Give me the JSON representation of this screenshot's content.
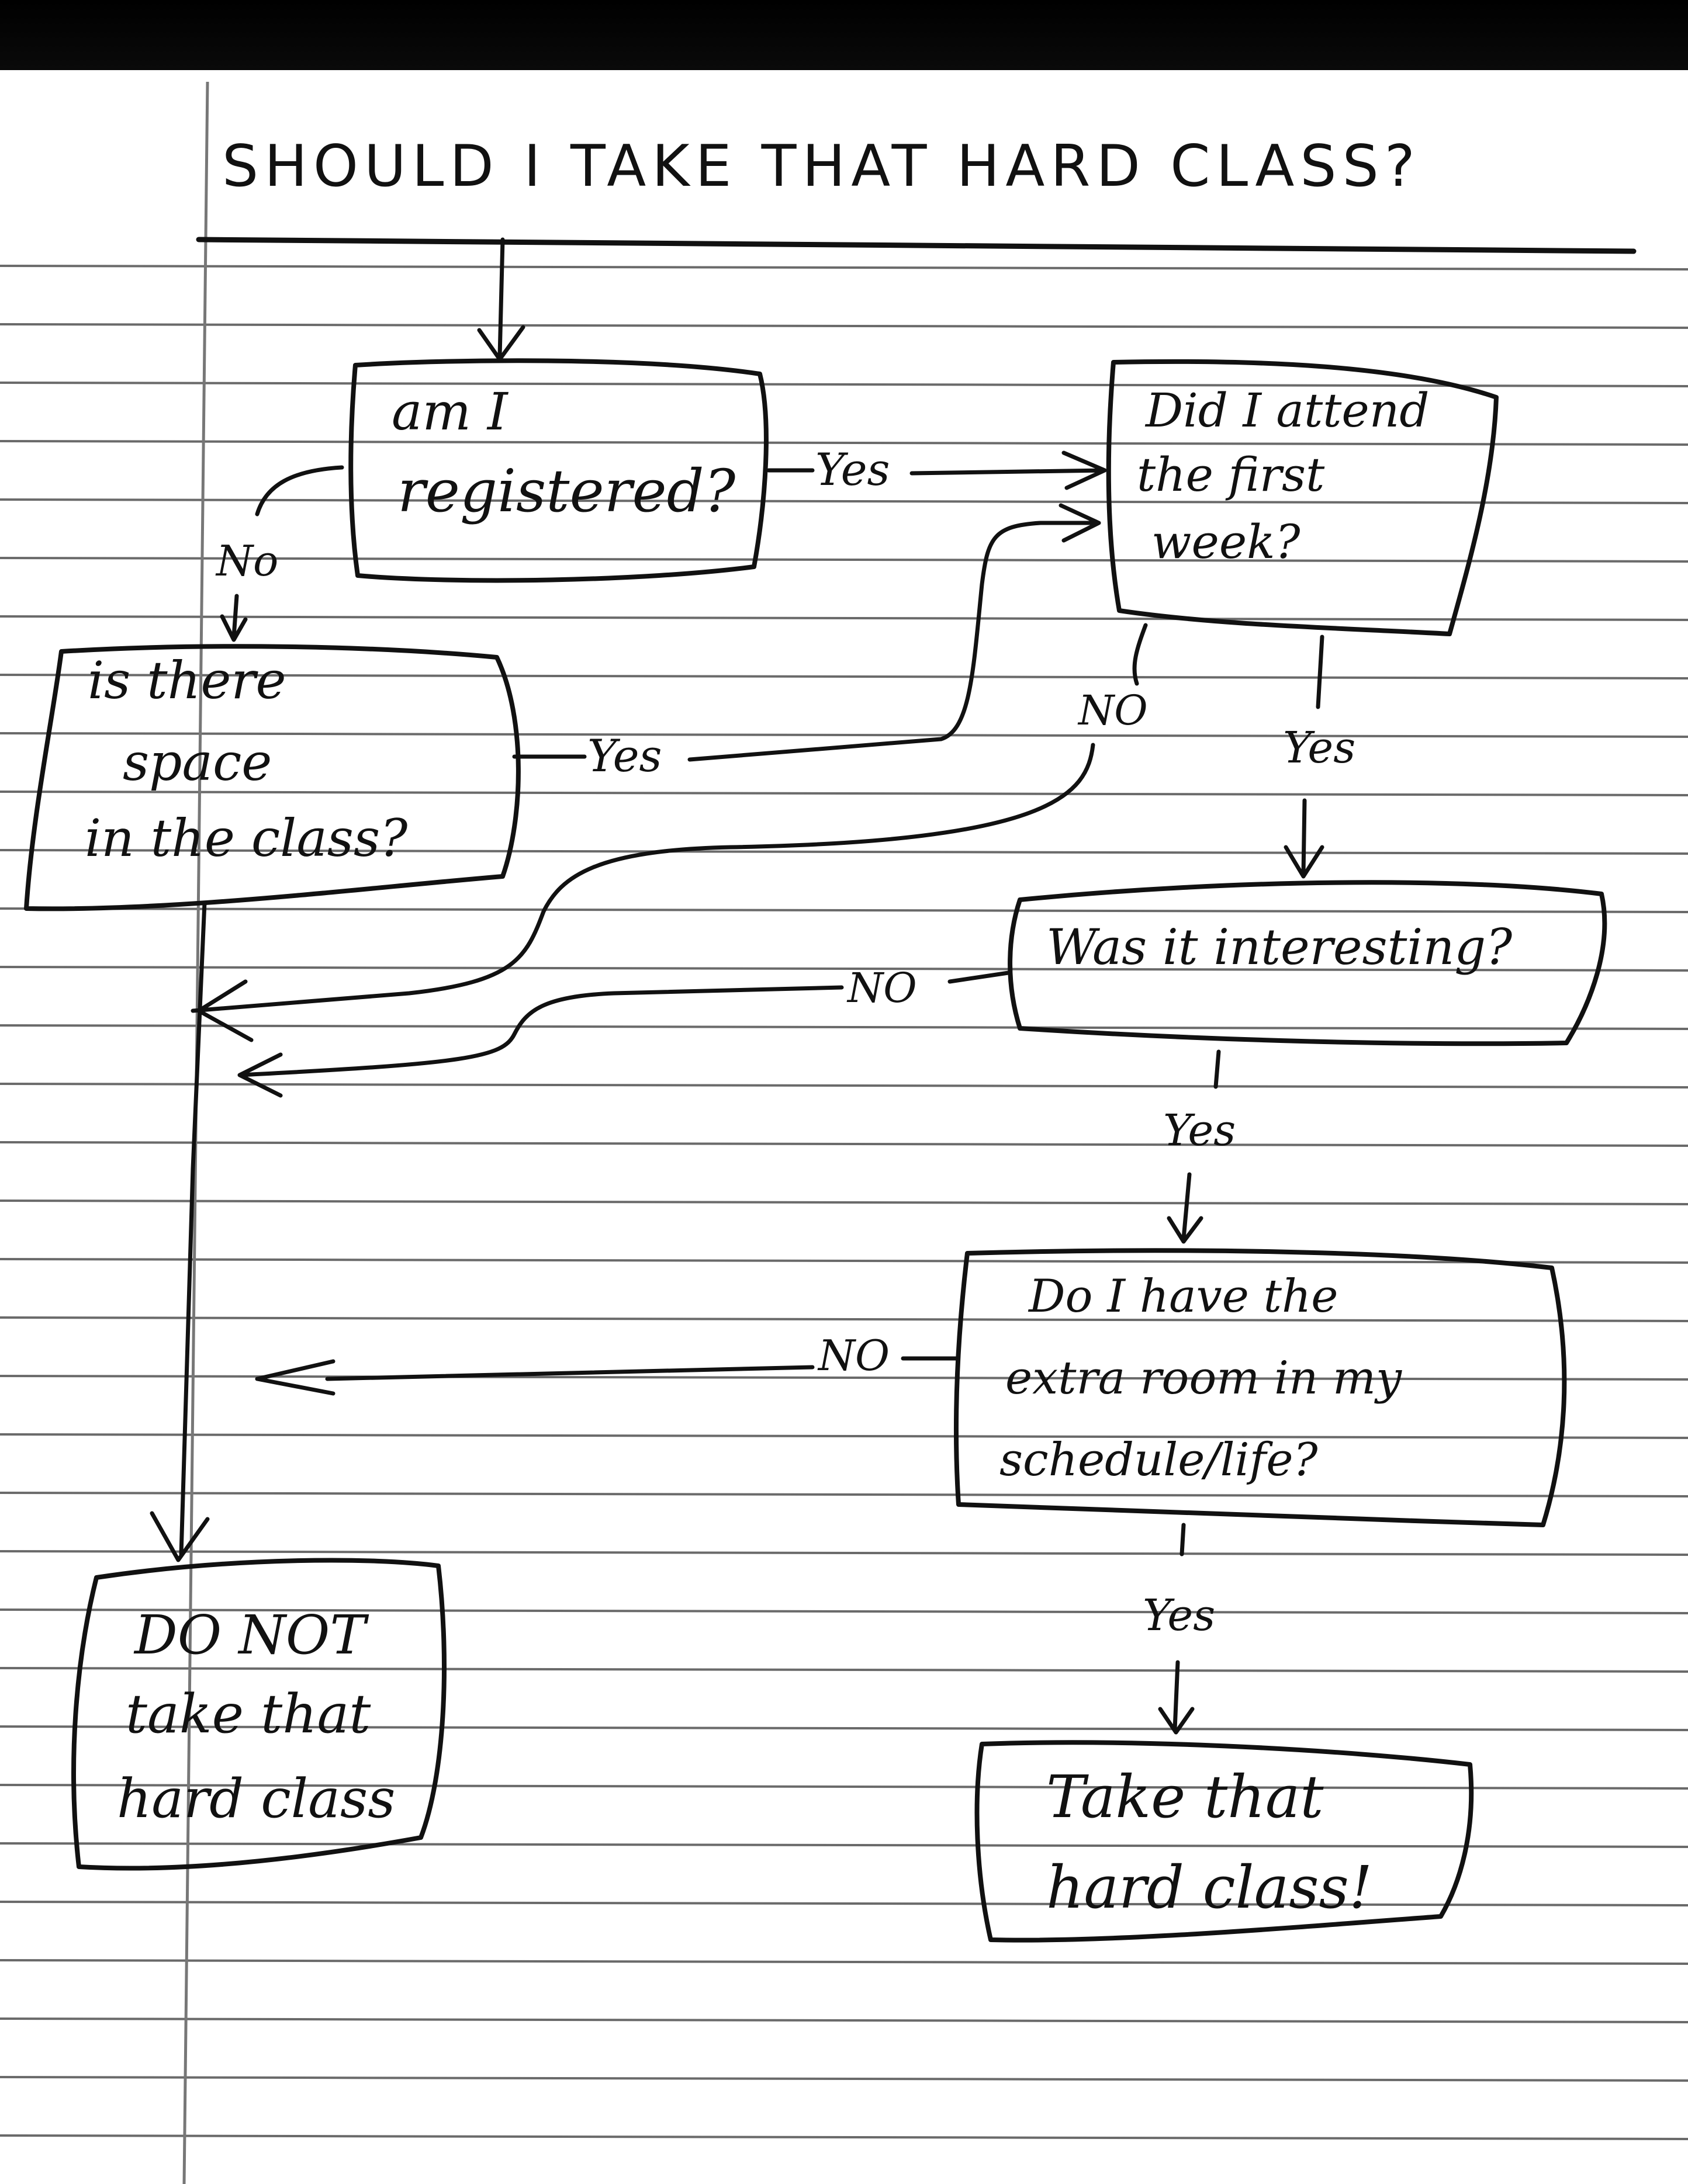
{
  "title": "SHOULD I TAKE THAT HARD CLASS?",
  "nodes": {
    "registered": [
      "am I",
      "registered?"
    ],
    "first_week": [
      "Did I attend",
      "the first",
      "week?"
    ],
    "space": [
      "is there",
      "space",
      "in the class?"
    ],
    "interesting": [
      "Was it interesting?"
    ],
    "extra_room": [
      "Do I have the",
      "extra room in my",
      "schedule/life?"
    ],
    "do_not": [
      "DO NOT",
      "take that",
      "hard class"
    ],
    "take": [
      "Take that",
      "hard class!"
    ]
  },
  "edges": {
    "registered_yes": "Yes",
    "registered_no": "No",
    "space_yes": "Yes",
    "first_week_no": "NO",
    "first_week_yes": "Yes",
    "interesting_no": "NO",
    "interesting_yes": "Yes",
    "extra_room_no": "NO",
    "extra_room_yes": "Yes"
  }
}
